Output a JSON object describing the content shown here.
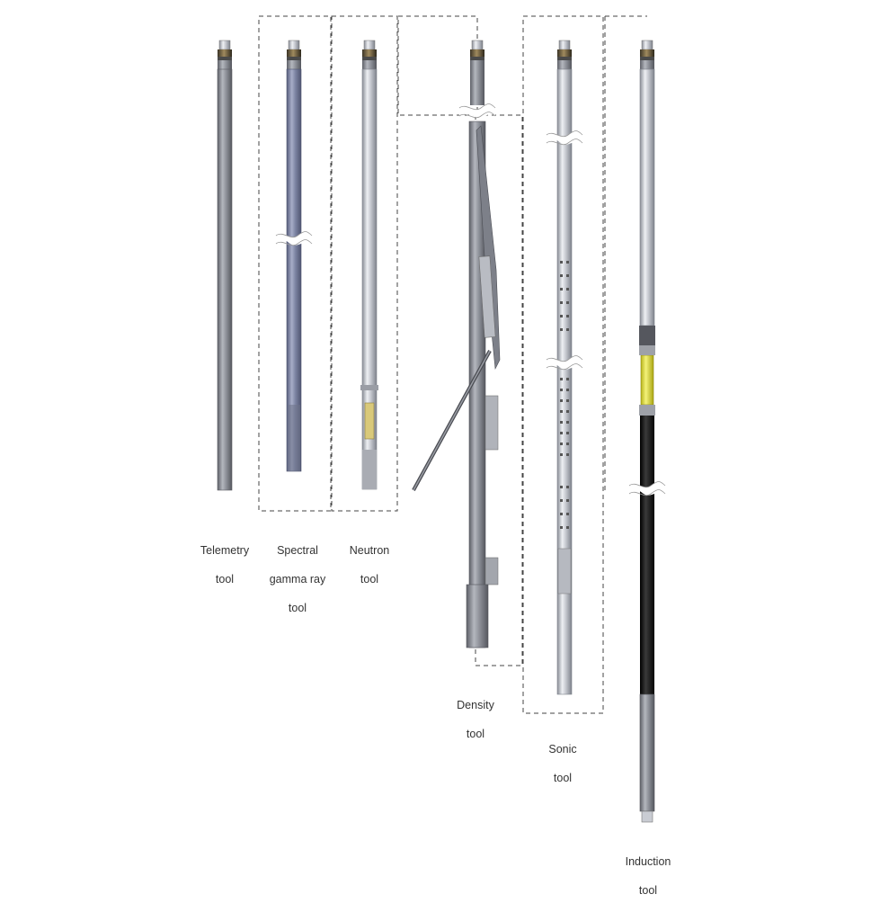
{
  "tools": [
    {
      "id": "telemetry",
      "lines": [
        "Telemetry",
        "tool"
      ]
    },
    {
      "id": "spectral-gamma-ray",
      "lines": [
        "Spectral",
        "gamma ray",
        "tool"
      ]
    },
    {
      "id": "neutron",
      "lines": [
        "Neutron",
        "tool"
      ]
    },
    {
      "id": "density",
      "lines": [
        "Density",
        "tool"
      ]
    },
    {
      "id": "sonic",
      "lines": [
        "Sonic",
        "tool"
      ]
    },
    {
      "id": "induction",
      "lines": [
        "Induction",
        "tool"
      ]
    }
  ],
  "colors": {
    "background": "#ffffff",
    "tool_body": "#8a8d96",
    "spectral_body": "#7f86a6",
    "neutron_body": "#c9ccd3",
    "induction_lower": "#111111",
    "induction_window": "#e2e03c",
    "dashed_outline": "#444444",
    "label_text": "#333333"
  }
}
